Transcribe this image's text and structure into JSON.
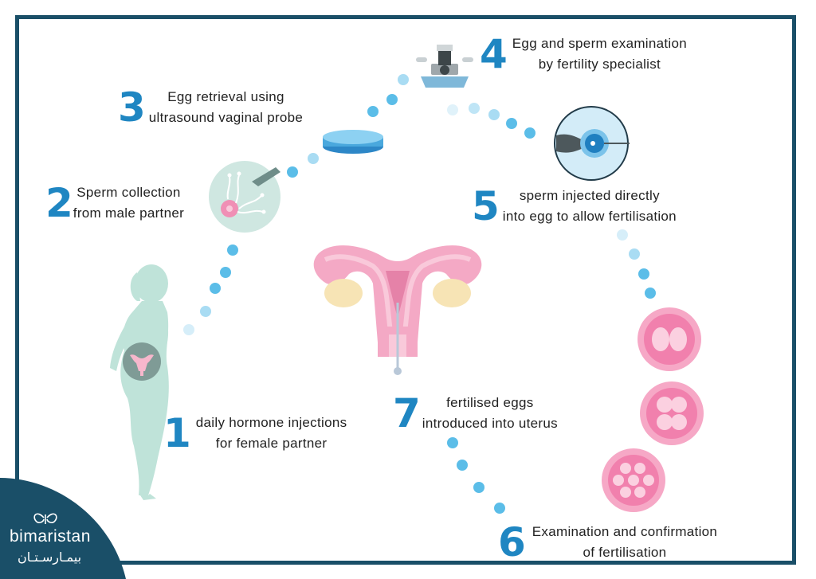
{
  "colors": {
    "frame": "#1a4f68",
    "number": "#1f86c2",
    "dot": "#5bbde8",
    "silhouette": "#b9dfd6",
    "uterus_pink": "#f29fbf",
    "cell_pink": "#f08fb5",
    "ovary": "#f8e7bd"
  },
  "steps": [
    {
      "number": "1",
      "line1": "daily hormone injections",
      "line2": "for female partner"
    },
    {
      "number": "2",
      "line1": "Sperm collection",
      "line2": "from male partner"
    },
    {
      "number": "3",
      "line1": "Egg retrieval using",
      "line2": "ultrasound vaginal probe"
    },
    {
      "number": "4",
      "line1": "Egg and sperm examination",
      "line2": "by fertility specialist"
    },
    {
      "number": "5",
      "line1": "sperm injected directly",
      "line2": "into egg to allow fertilisation"
    },
    {
      "number": "6",
      "line1": "Examination and confirmation",
      "line2": "of fertilisation"
    },
    {
      "number": "7",
      "line1": "fertilised eggs",
      "line2": "introduced into uterus"
    }
  ],
  "logo": {
    "name": "bimaristan",
    "arabic": "بيمـارسـتـان",
    "icon": "butterfly-icon"
  }
}
